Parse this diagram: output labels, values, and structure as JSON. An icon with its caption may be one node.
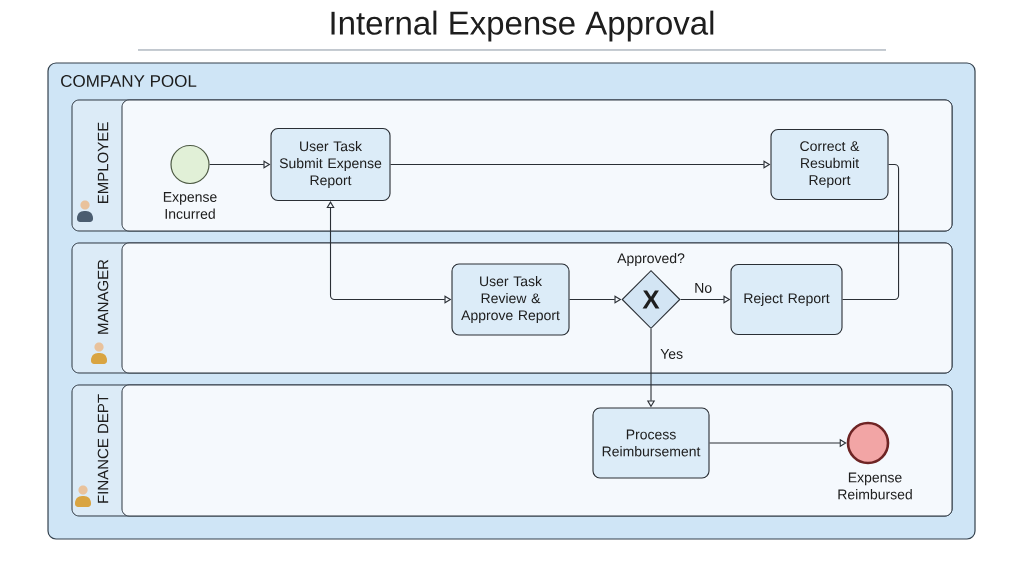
{
  "diagram": {
    "title": "Internal Expense Approval",
    "nodes": [
      {
        "text": [
          "COMPANY POOL"
        ]
      },
      {
        "text": [
          "EMPLOYEE"
        ],
        "in": 0
      },
      {
        "text": [
          "MANAGER"
        ],
        "in": 0
      },
      {
        "text": [
          "FINANCE DEPT"
        ],
        "in": 0
      },
      {
        "text": [],
        "shape": "circle",
        "beside": [
          "Expense Incurred"
        ],
        "in": 1
      },
      {
        "text": [
          "User Task",
          "Submit Expense Report"
        ],
        "in": 1
      },
      {
        "text": [
          "Correct & Resubmit Report"
        ],
        "in": 1
      },
      {
        "text": [
          "User Task",
          "Review & Approve Report"
        ],
        "in": 2
      },
      {
        "text": [
          "X"
        ],
        "beside": [
          "Approved?"
        ],
        "in": 2
      },
      {
        "text": [
          "Reject Report"
        ],
        "in": 2
      },
      {
        "text": [
          "Process Reimbursement"
        ],
        "in": 3
      },
      {
        "text": [],
        "shape": "circle",
        "beside": [
          "Expense Reimbursed"
        ],
        "in": 3
      }
    ],
    "edges": [
      {
        "from": 4,
        "to": 5,
        "arrow": "to"
      },
      {
        "from": 5,
        "to": 6,
        "arrow": "to"
      },
      {
        "from": 9,
        "to": 6,
        "arrow": "none"
      },
      {
        "from": 5,
        "to": 7,
        "arrow": "both"
      },
      {
        "from": 7,
        "to": 8,
        "arrow": "to"
      },
      {
        "from": 8,
        "to": 9,
        "label": "No",
        "arrow": "to"
      },
      {
        "from": 8,
        "to": 10,
        "label": "Yes",
        "arrow": "to"
      },
      {
        "from": 10,
        "to": 11,
        "arrow": "to"
      }
    ]
  }
}
